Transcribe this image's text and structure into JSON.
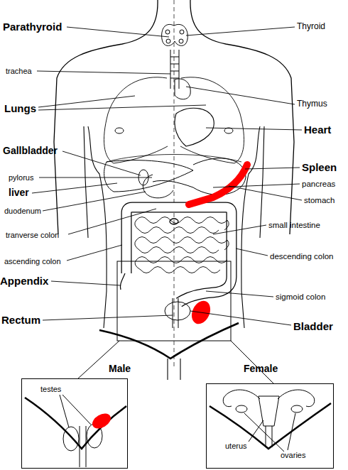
{
  "diagram": {
    "nodes": [
      {
        "text": [
          "Male",
          "testes"
        ]
      },
      {
        "text": [
          "Female",
          "uterus",
          "ovaries"
        ]
      }
    ],
    "labels": [
      "Parathyroid",
      "Thyroid",
      "trachea",
      "Thymus",
      "Lungs",
      "Heart",
      "Gallbladder",
      "Spleen",
      "pylorus",
      "pancreas",
      "liver",
      "stomach",
      "duodenum",
      "small intestine",
      "tranverse colon",
      "descending colon",
      "ascending colon",
      "Appendix",
      "sigmoid colon",
      "Rectum",
      "Bladder"
    ]
  }
}
